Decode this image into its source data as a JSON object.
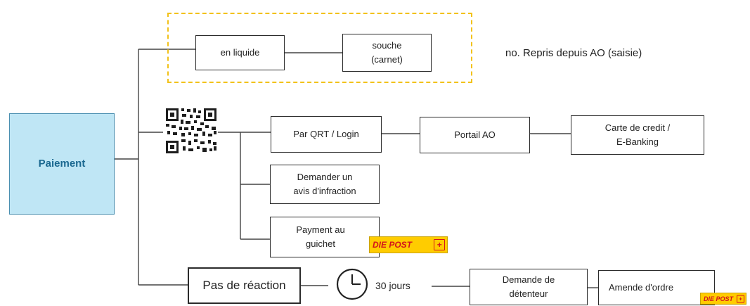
{
  "root": {
    "label": "Paiement"
  },
  "cash_branch": {
    "cash": "en liquide",
    "stub": "souche\n(carnet)",
    "note": "no. Repris depuis AO (saisie)"
  },
  "qr_branch": {
    "qrt_login": "Par QRT / Login",
    "portal": "Portail AO",
    "card": "Carte de credit /\nE-Banking",
    "request_notice": "Demander un\navis d'infraction",
    "counter_payment": "Payment au\nguichet"
  },
  "no_reaction_branch": {
    "no_reaction": "Pas de réaction",
    "days": "30 jours",
    "holder_request": "Demande de\ndétenteur",
    "penalty_order": "Amende d'ordre"
  },
  "logos": {
    "post": "DIE POST"
  },
  "colors": {
    "root_fill": "#bfe6f5",
    "dashed_border": "#f2c21b",
    "post_yellow": "#ffcc00",
    "post_red": "#d3141b"
  }
}
